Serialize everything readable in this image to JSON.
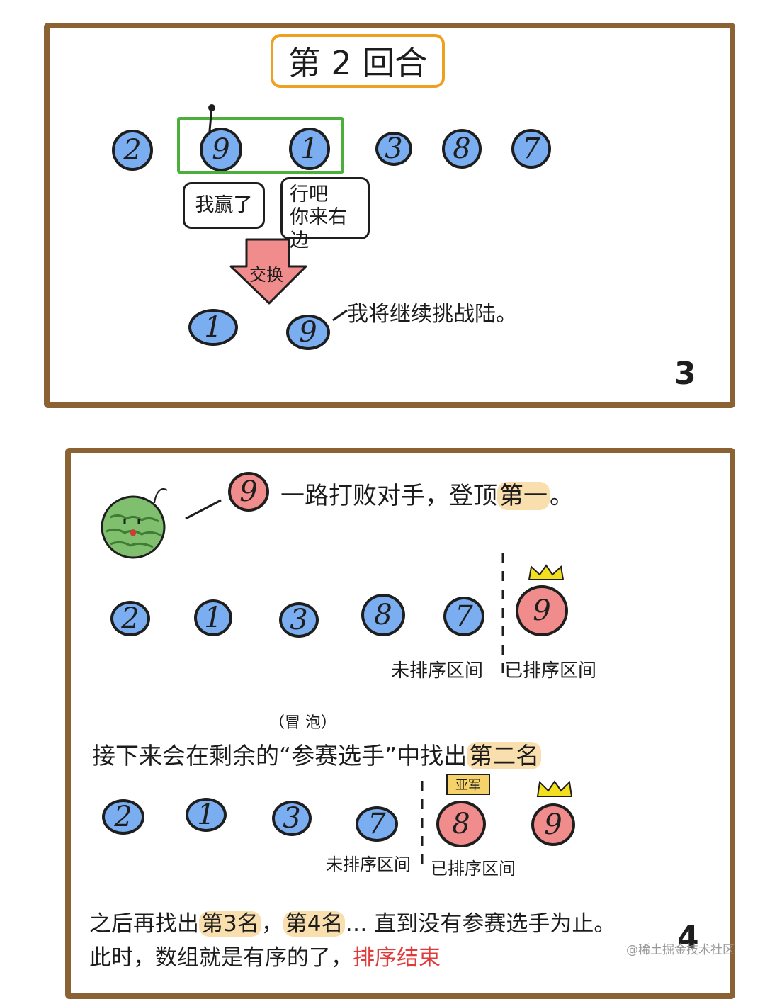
{
  "panel3": {
    "title": "第 2 回合",
    "row": [
      "2",
      "9",
      "1",
      "3",
      "8",
      "7"
    ],
    "bubble_left": "我赢了",
    "bubble_right_1": "行吧",
    "bubble_right_2": "你来右边",
    "arrow_label": "交换",
    "result": [
      "1",
      "9"
    ],
    "result_note": "我将继续挑战陆。",
    "page_number": "3"
  },
  "panel4": {
    "line1_num": "9",
    "line1_text": "一路打败对手，登顶",
    "line1_hl": "第一",
    "line1_end": "。",
    "row1_blue": [
      "2",
      "1",
      "3",
      "8",
      "7"
    ],
    "row1_red": "9",
    "label_unsorted": "未排序区间",
    "label_sorted": "已排序区间",
    "note_paren": "（冒 泡）",
    "line2_pre": "接下来会在剩余的“参赛选手”中找出",
    "line2_hl": "第二名",
    "row2_blue": [
      "2",
      "1",
      "3",
      "7"
    ],
    "row2_red": [
      "8",
      "9"
    ],
    "silver_label": "亚军",
    "line3_pre": "之后再找出",
    "line3_hl1": "第3名",
    "line3_sep": "，",
    "line3_hl2": "第4名",
    "line3_post": "… 直到没有参赛选手为止。",
    "line4_pre": "此时，数组就是有序的了，",
    "line4_red": "排序结束",
    "page_number": "4"
  },
  "watermark": "@稀土掘金技术社区",
  "colors": {
    "frame": "#8a6233",
    "blue": "#7aaef0",
    "red": "#f08c8c",
    "highlight": "#f5c878",
    "title_border": "#f0a020",
    "green_box": "#4caf3c",
    "crown": "#f2e01e",
    "arrow": "#f08c8c",
    "end_text": "#e03a3a"
  }
}
